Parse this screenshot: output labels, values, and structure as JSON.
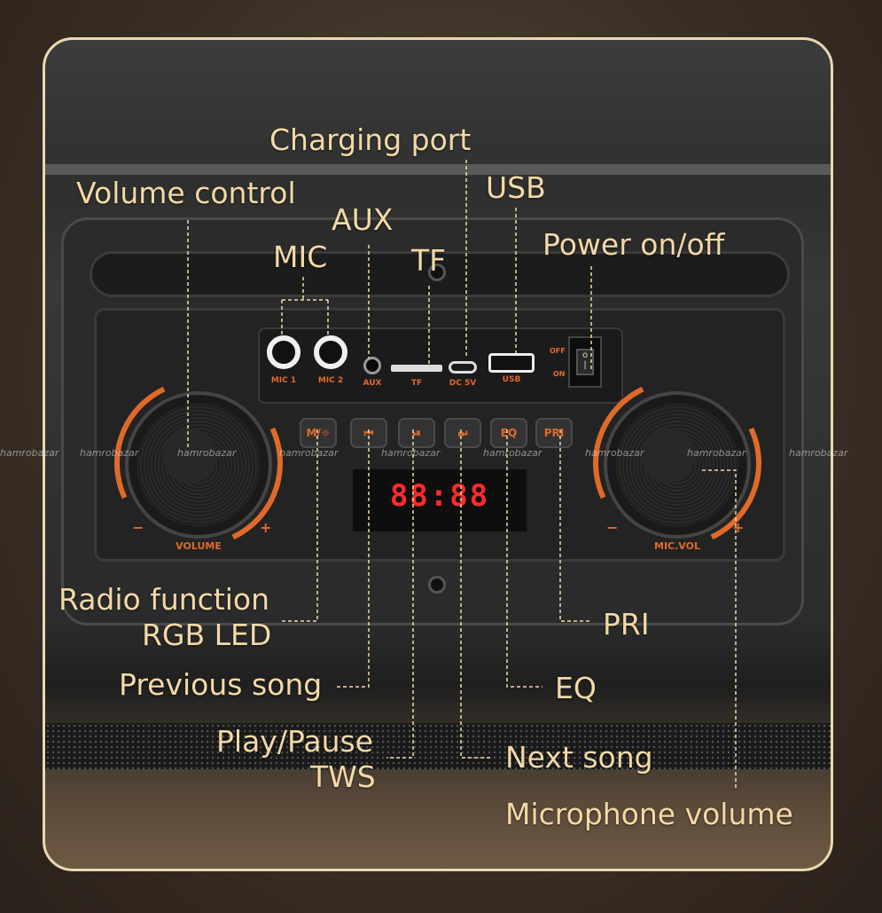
{
  "callouts": {
    "charging_port": "Charging port",
    "volume_control": "Volume control",
    "usb": "USB",
    "aux": "AUX",
    "mic": "MIC",
    "tf": "TF",
    "power": "Power on/off",
    "radio_function": "Radio function",
    "rgb_led": "RGB LED",
    "pri": "PRI",
    "previous_song": "Previous song",
    "eq": "EQ",
    "play_pause": "Play/Pause",
    "tws": "TWS",
    "next_song": "Next song",
    "microphone_volume": "Microphone volume"
  },
  "ports": {
    "mic1": "MIC 1",
    "mic2": "MIC 2",
    "aux": "AUX",
    "tf": "TF",
    "dc": "DC 5V",
    "usb": "USB",
    "off": "OFF",
    "on": "ON"
  },
  "buttons": {
    "mode": "M/☼",
    "prev": "⏮",
    "play": "⏯",
    "next": "⏭",
    "eq": "EQ",
    "pri": "PRI"
  },
  "display": {
    "digits": "88:88"
  },
  "knobs": {
    "volume_label": "VOLUME",
    "mic_label": "MIC.VOL",
    "minus": "−",
    "plus": "+"
  },
  "watermark": "hamrobazar",
  "colors": {
    "accent": "#e06a2a",
    "callout_text": "#f3d9a6",
    "display_red": "#ff2a2a"
  }
}
